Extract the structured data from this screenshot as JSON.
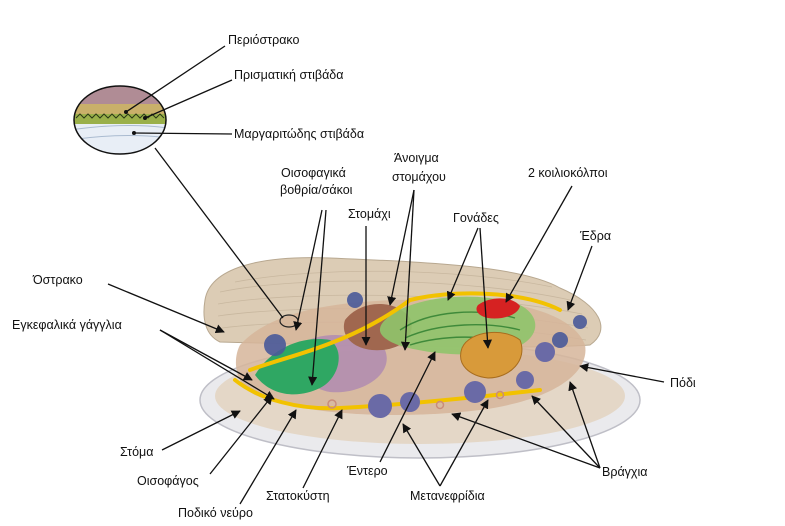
{
  "labels": {
    "periostracum": "Περιόστρακο",
    "prismatic_layer": "Πρισματική στιβάδα",
    "nacre_layer": "Μαργαριτώδης στιβάδα",
    "esophageal_pouches_1": "Οισοφαγικά",
    "esophageal_pouches_2": "βοθρία/σάκοι",
    "stomach_opening_1": "Άνοιγμα",
    "stomach_opening_2": "στομάχου",
    "coelomic_sacs": "2 κοιλιοκόλποι",
    "stomach": "Στομάχι",
    "gonads": "Γονάδες",
    "anus": "Έδρα",
    "shell": "Όστρακο",
    "cerebral_ganglia": "Εγκεφαλικά γάγγλια",
    "foot": "Πόδι",
    "mouth": "Στόμα",
    "esophagus": "Οισοφάγος",
    "pedal_nerve": "Ποδικό νεύρο",
    "statocyst": "Στατοκύστη",
    "intestine": "Έντερο",
    "nephridia": "Μετανεφρίδια",
    "gills": "Βράγχια"
  },
  "colors": {
    "shell_tan": "#d9cbb6",
    "mantle_rim": "#c6c6cc",
    "nerve_yellow": "#f2c200",
    "gut_green": "#2fa763",
    "stomach_brown": "#a46a52",
    "gonad_orange": "#d89a3a",
    "coelom_red": "#d62222",
    "nephridia_blue": "#6a6aa6",
    "gill_blue": "#4a5a9a"
  }
}
